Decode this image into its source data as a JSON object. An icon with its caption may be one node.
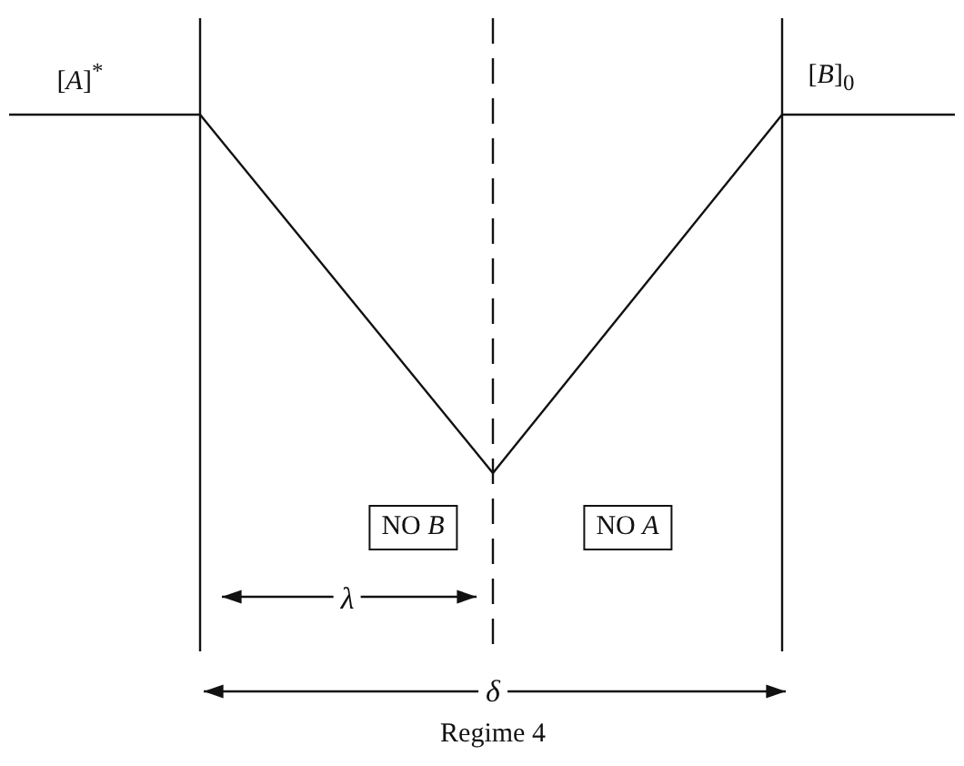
{
  "diagram": {
    "caption": "Regime 4",
    "nodes": [
      {
        "text": [
          "NO *B*"
        ]
      },
      {
        "text": [
          "NO *A*"
        ]
      }
    ],
    "labels": [
      "[*A*]$^{*}$",
      "[*B*]$_{0}$",
      "λ",
      "δ"
    ]
  }
}
